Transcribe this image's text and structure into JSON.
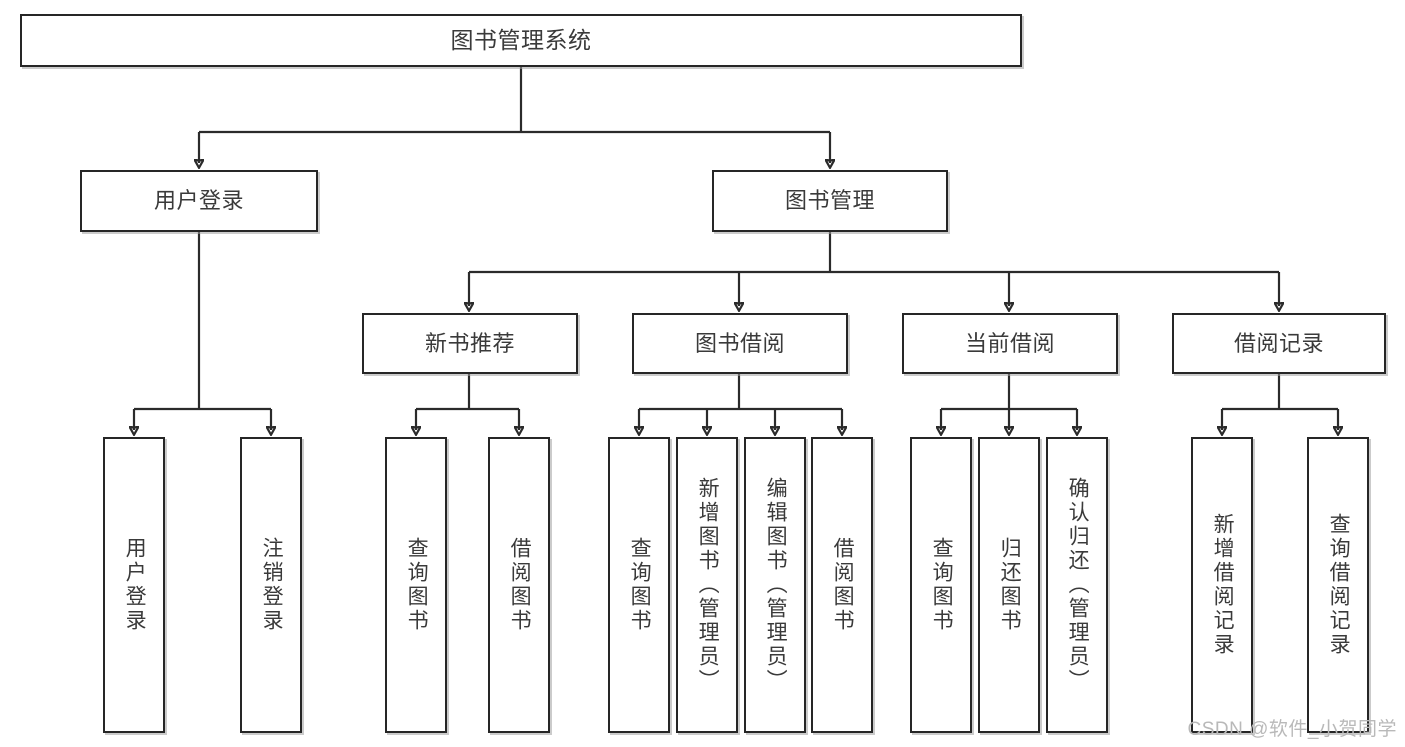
{
  "diagram": {
    "title": "图书管理系统",
    "type": "tree-hierarchy",
    "watermark": "CSDN @软件_小贺同学",
    "colors": {
      "box_border": "#262626",
      "box_fill": "#ffffff",
      "connector": "#2b2b2b",
      "text": "#3a3a3a",
      "watermark": "#b9b9b9"
    }
  },
  "root": {
    "label": "图书管理系统"
  },
  "level2": [
    {
      "label": "用户登录"
    },
    {
      "label": "图书管理"
    }
  ],
  "level3": [
    {
      "label": "新书推荐"
    },
    {
      "label": "图书借阅"
    },
    {
      "label": "当前借阅"
    },
    {
      "label": "借阅记录"
    }
  ],
  "leaves": {
    "user_login": [
      {
        "label": "用户登录"
      },
      {
        "label": "注销登录"
      }
    ],
    "new_book": [
      {
        "label": "查询图书"
      },
      {
        "label": "借阅图书"
      }
    ],
    "book_borrow": [
      {
        "label": "查询图书"
      },
      {
        "label": "新增图书（管理员）"
      },
      {
        "label": "编辑图书（管理员）"
      },
      {
        "label": "借阅图书"
      }
    ],
    "current_borrow": [
      {
        "label": "查询图书"
      },
      {
        "label": "归还图书"
      },
      {
        "label": "确认归还（管理员）"
      }
    ],
    "borrow_record": [
      {
        "label": "新增借阅记录"
      },
      {
        "label": "查询借阅记录"
      }
    ]
  }
}
